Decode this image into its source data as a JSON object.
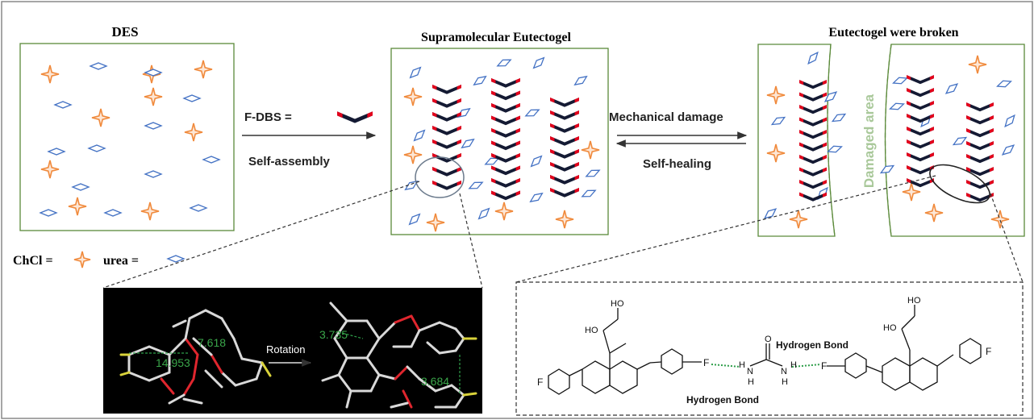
{
  "titles": {
    "des": "DES",
    "gel": "Supramolecular Eutectogel",
    "broken": "Eutectogel were broken"
  },
  "labels": {
    "fdbs": "F-DBS  =",
    "self_assembly": "Self-assembly",
    "mech_damage": "Mechanical damage",
    "self_healing": "Self-healing",
    "damaged_area": "Damaged area",
    "chcl": "ChCl =",
    "urea": "urea ="
  },
  "molecule_panel": {
    "rotation": "Rotation",
    "d1": "7.618",
    "d2": "14.953",
    "d3": "3.735",
    "d4": "3.684"
  },
  "structure_panel": {
    "hb_top": "Hydrogen Bond",
    "hb_bottom": "Hydrogen Bond",
    "ho1": "HO",
    "ho2": "HO",
    "ho3": "HO",
    "ho4": "HO",
    "f1": "F",
    "f2": "F",
    "f3": "F",
    "f4": "F",
    "o_urea": "O",
    "n1": "N",
    "n2": "N",
    "h1": "H",
    "h2": "H",
    "h3": "H",
    "h4": "H"
  },
  "colors": {
    "panel_border": "#5b8a3a",
    "star": "#f08a3c",
    "diamond": "#4472c4",
    "chevron_dark": "#141a33",
    "chevron_red": "#e3001b",
    "damaged_text": "#a9c89a",
    "hbond_green": "#2e9e4a"
  },
  "icons": {
    "chcl": "orange-star-icon",
    "urea": "blue-diamond-icon",
    "fdbs": "chevron-molecule-icon"
  }
}
